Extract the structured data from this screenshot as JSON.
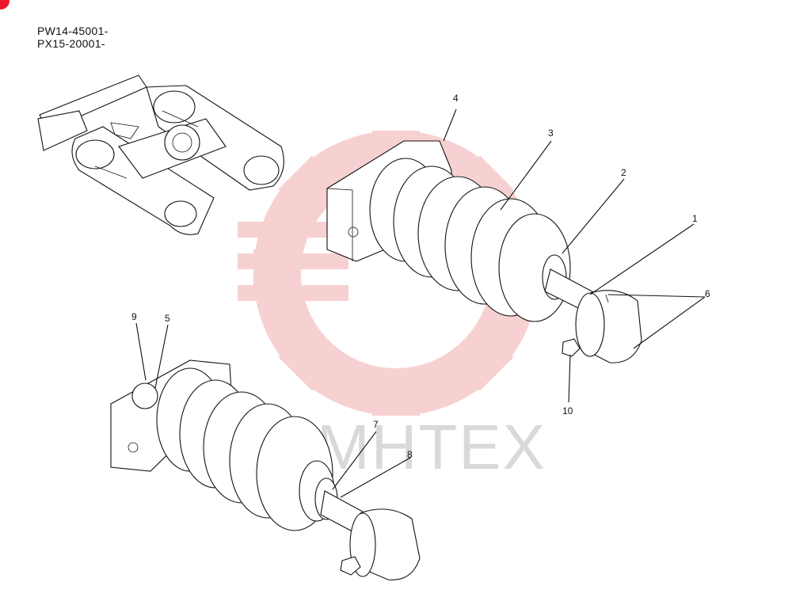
{
  "serial_numbers": [
    "PW14-45001-",
    "PX15-20001-"
  ],
  "watermark": {
    "text": "MHTEX",
    "logo": "gear-watermark-icon",
    "color": "#f6c9c9",
    "text_color": "#d9d9d9"
  },
  "corner_mark_color": "#e8192c",
  "callouts": [
    "1",
    "2",
    "3",
    "4",
    "5",
    "6",
    "7",
    "8",
    "9",
    "10"
  ],
  "icons": [
    "crawler-undercarriage-icon",
    "recoil-spring-assembly-icon",
    "recoil-spring-assembly-cutaway-icon",
    "grease-fitting-icon"
  ]
}
